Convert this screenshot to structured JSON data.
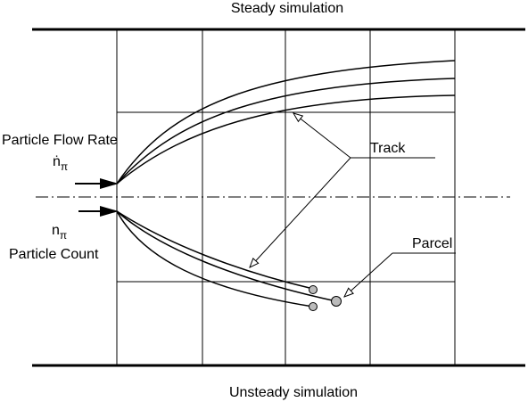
{
  "labels": {
    "top": "Steady simulation",
    "bottom": "Unsteady simulation",
    "flow_rate": "Particle Flow Rate",
    "flow_symbol": "ṅ",
    "flow_subscript": "π",
    "count_symbol": "n",
    "count_subscript": "π",
    "count": "Particle Count",
    "track": "Track",
    "parcel": "Parcel"
  },
  "colors": {
    "line": "#000000",
    "parcel_fill": "#bbbbbb",
    "background": "#ffffff"
  }
}
